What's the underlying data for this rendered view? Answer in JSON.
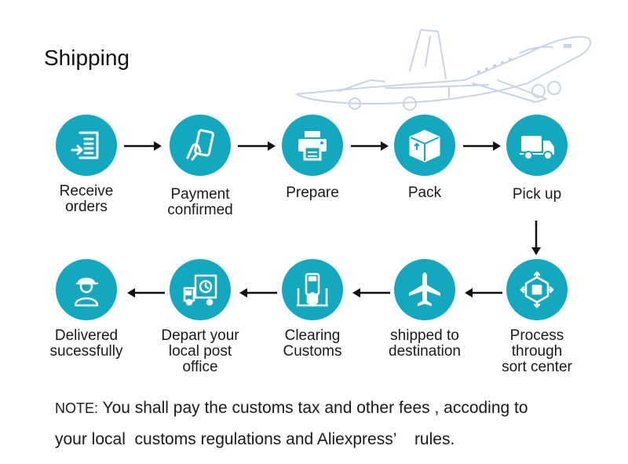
{
  "title": "Shipping",
  "icon_color": "#13a8c0",
  "steps": [
    {
      "id": "receive",
      "icon": "receive-orders-icon",
      "lines": [
        "Receive",
        "orders"
      ]
    },
    {
      "id": "payment",
      "icon": "payment-hand-phone-icon",
      "lines": [
        "Payment",
        "confirmed"
      ]
    },
    {
      "id": "prepare",
      "icon": "printer-icon",
      "lines": [
        "Prepare"
      ]
    },
    {
      "id": "pack",
      "icon": "package-box-icon",
      "lines": [
        "Pack"
      ]
    },
    {
      "id": "pickup",
      "icon": "delivery-truck-icon",
      "lines": [
        "Pick up"
      ]
    },
    {
      "id": "process",
      "icon": "sorting-center-icon",
      "lines": [
        "Process",
        "through",
        "sort center"
      ]
    },
    {
      "id": "shipped",
      "icon": "airplane-icon",
      "lines": [
        "shipped to",
        "destination"
      ]
    },
    {
      "id": "customs",
      "icon": "customs-scanner-icon",
      "lines": [
        "Clearing",
        "Customs"
      ]
    },
    {
      "id": "depart",
      "icon": "post-office-truck-icon",
      "lines": [
        "Depart your",
        "local post",
        "office"
      ]
    },
    {
      "id": "delivered",
      "icon": "courier-person-icon",
      "lines": [
        "Delivered",
        "sucessfully"
      ]
    }
  ],
  "note": {
    "prefix": "NOTE:",
    "line1": "You shall pay the customs tax and other fees , accoding to",
    "line2": "your local  customs regulations and Aliexpress’    rules."
  }
}
